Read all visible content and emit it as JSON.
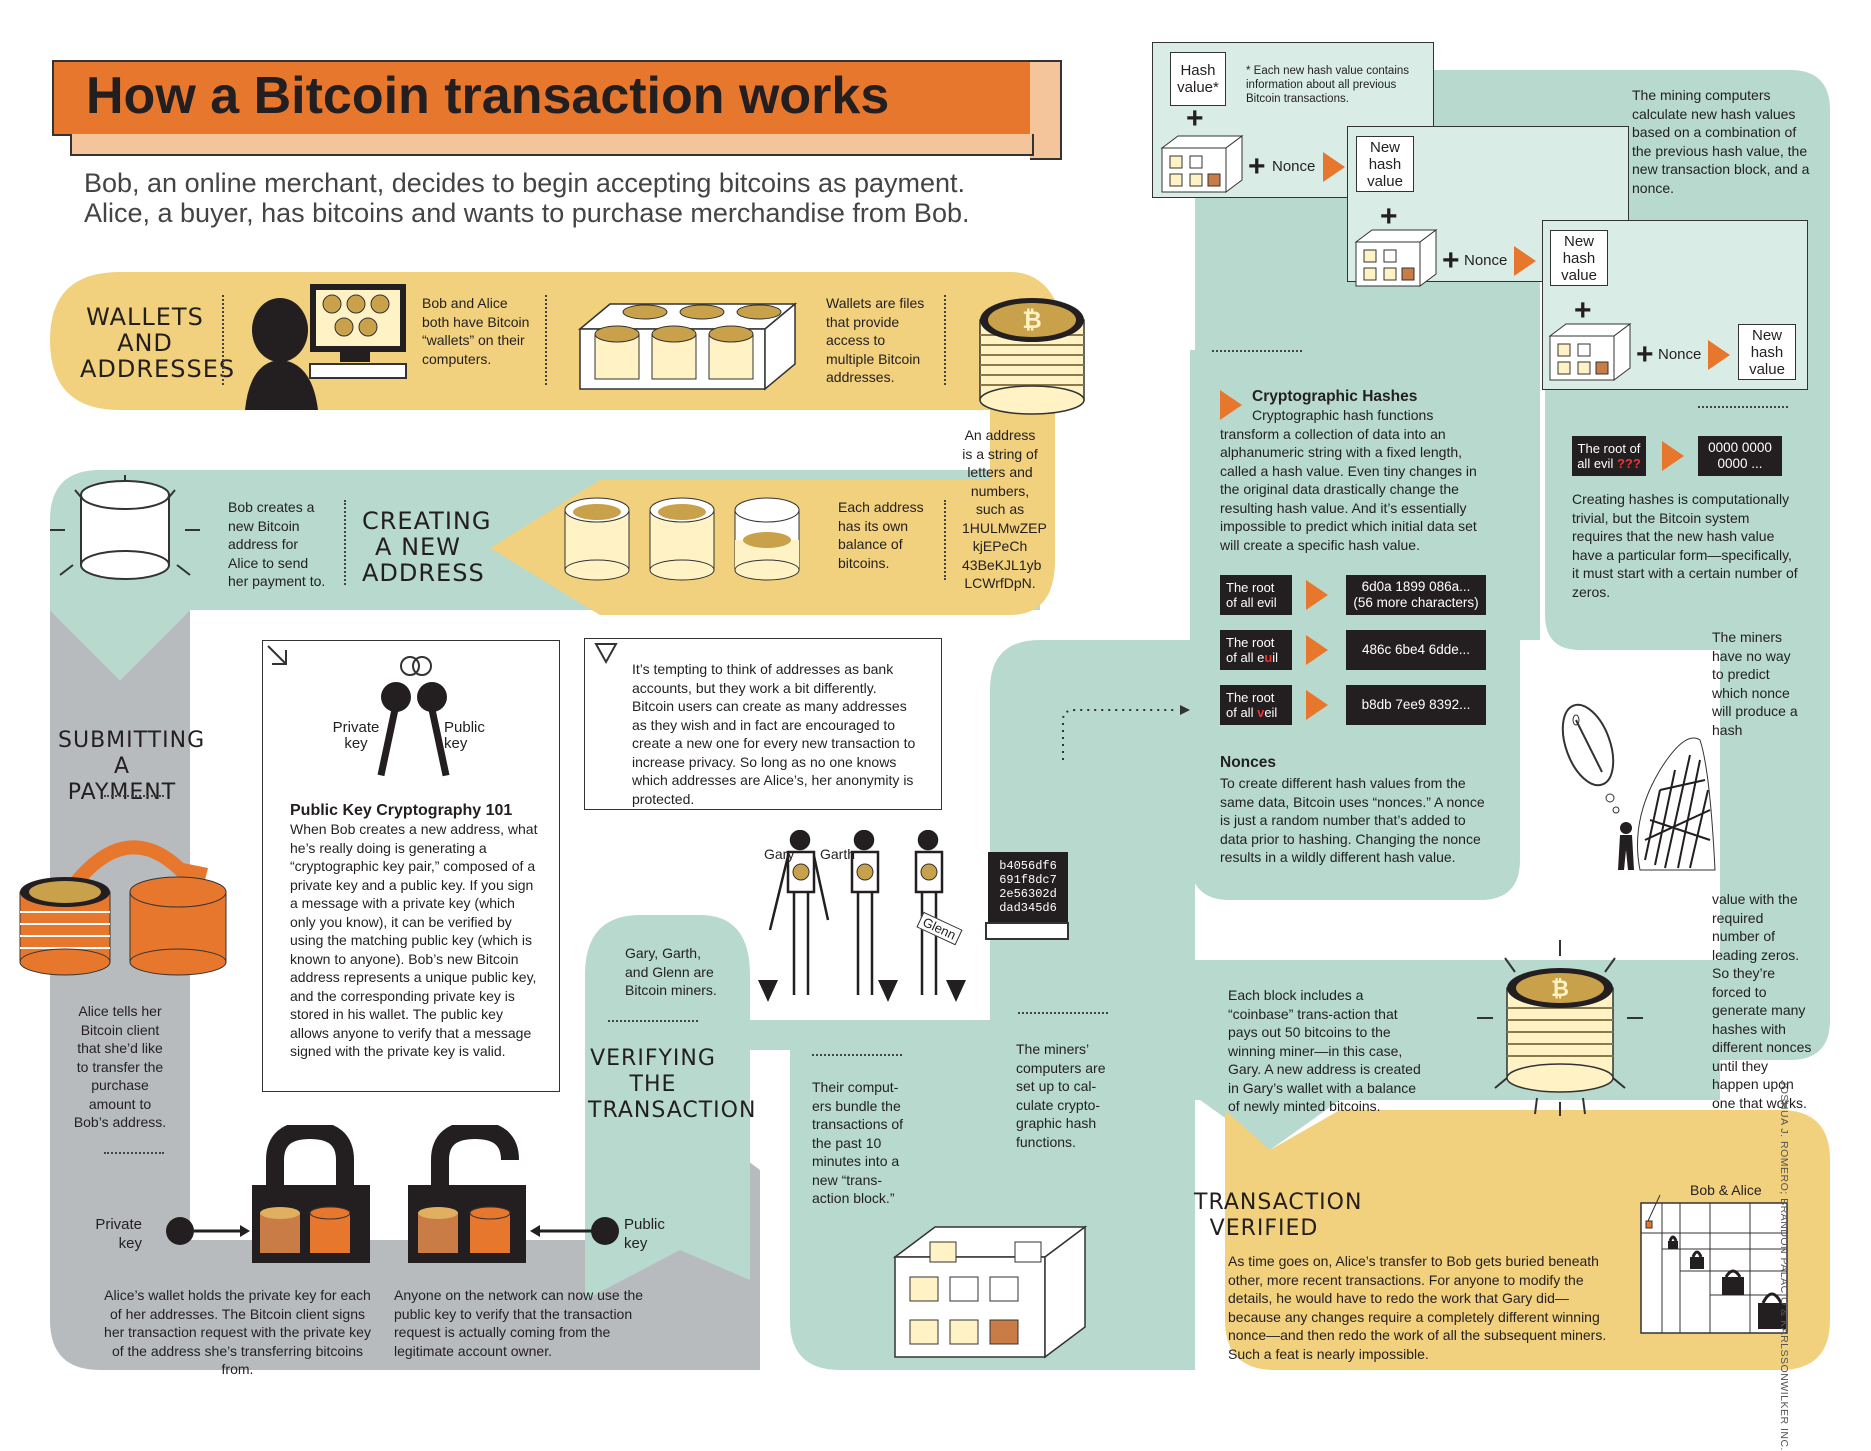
{
  "title": "How a Bitcoin transaction works",
  "intro": "Bob, an online merchant, decides to begin accepting bitcoins as payment.\nAlice, a buyer, has bitcoins and wants to purchase merchandise from Bob.",
  "colors": {
    "orange": "#e8772e",
    "yellow": "#f1d07e",
    "teal": "#b7d9ce",
    "gray": "#b8bbbe",
    "dark": "#231f20"
  },
  "wallets": {
    "heading": "Wallets\nand\naddresses",
    "text1": "Bob and Alice both have Bitcoin “wallets” on their computers.",
    "text2": "Wallets are files that provide access to multiple Bitcoin addresses.",
    "text3": "An address is a string of letters and numbers, such as 1HULMwZEP kjEPeCh 43BeKJL1yb LCWrfDpN."
  },
  "creating": {
    "heading": "Creating\na new\naddress",
    "text1": "Bob creates a new Bitcoin address for Alice to send her payment to.",
    "text2": "Each address has its own balance of bitcoins."
  },
  "submitting": {
    "heading": "Submitting\na payment",
    "text1": "Alice tells her Bitcoin client that she’d like to transfer the purchase amount to Bob’s address.",
    "private_key": "Private\nkey",
    "public_key": "Public\nkey",
    "text2": "Alice’s wallet holds the private key for each of her addresses. The Bitcoin client signs her transaction request with the private key of the address she’s transferring bitcoins from.",
    "text3": "Anyone on the network can now use the public key to verify that the transaction request is actually coming from the legitimate account owner."
  },
  "pkc": {
    "private_label": "Private\nkey",
    "public_label": "Public\nkey",
    "title": "Public Key Cryptography 101",
    "text": "When Bob creates a new address, what he’s really doing is generating a “cryptographic key pair,” composed of a private key and a public key. If you sign a message with a private key (which only you know), it can be verified by using the matching public key (which is known to anyone). Bob’s new Bitcoin address represents a unique public key, and the corresponding private key is stored in his wallet. The public key allows anyone to verify that a message signed with the private key is valid."
  },
  "anon_note": "It’s tempting to think of addresses as bank accounts, but they work a bit differently. Bitcoin users can create as many addresses as they wish and in fact are encouraged to create a new one for every new transaction to increase privacy. So long as no one knows which addresses are Alice’s, her anonymity is protected.",
  "verifying": {
    "heading": "Verifying\nthe\ntransaction",
    "miners_text": "Gary, Garth, and Glenn are Bitcoin miners.",
    "gary": "Gary",
    "garth": "Garth",
    "glenn": "Glenn",
    "screen": "b4056df6\n691f8dc7\n2e56302d\ndad345d6",
    "text1": "Their comput-ers bundle the transactions of the past 10 minutes into a new “trans-action block.”",
    "text2": "The miners’ computers are set up to cal-culate crypto-graphic hash functions."
  },
  "mining": {
    "hash_value": "Hash\nvalue*",
    "footnote": "* Each new hash value contains information about all previous Bitcoin transactions.",
    "nonce": "Nonce",
    "new_hash": "New\nhash\nvalue",
    "desc": "The mining computers calculate new hash values based on a combination of the previous hash value, the new transaction block, and a nonce."
  },
  "crypto": {
    "title": "Cryptographic Hashes",
    "text": "Cryptographic hash functions transform a collection of data into an alphanumeric string with a fixed length, called a hash value. Even tiny changes in the original data drastically change the resulting hash value. And it’s essentially impossible to predict which initial data set will create a specific hash value.",
    "rows": [
      {
        "in_pre": "The root\nof all ",
        "in_hl": "",
        "in_post": "evil",
        "out": "6d0a 1899 086a...\n(56 more characters)"
      },
      {
        "in_pre": "The root\nof all e",
        "in_hl": "u",
        "in_post": "il",
        "out": "486c 6be4 6dde..."
      },
      {
        "in_pre": "The root\nof all ",
        "in_hl": "v",
        "in_post": "eil",
        "out": "b8db 7ee9 8392..."
      }
    ],
    "nonces_title": "Nonces",
    "nonces_text": "To create different hash values from the same data, Bitcoin uses “nonces.” A nonce is just a random number that’s added to data prior to hashing. Changing the nonce results in a wildly different hash value."
  },
  "zeros": {
    "in_pre": "The root of\nall evil ",
    "in_hl": "???",
    "out": "0000 0000\n0000 ...",
    "text": "Creating hashes is computationally trivial, but the Bitcoin system requires that the new hash value have a particular form—specifically, it must start with a certain number of zeros.",
    "text2": "The miners have no way to predict which nonce will produce a hash",
    "text3": "value with the required number of leading zeros. So they’re forced to generate many hashes with different nonces until they happen upon one that works."
  },
  "coinbase": "Each block includes a “coinbase” trans-action that pays out 50 bitcoins to the winning miner—in this case, Gary. A new address is created in Gary’s wallet with a balance of newly minted bitcoins.",
  "verified": {
    "heading": "Transaction\nverified",
    "text": "As time goes on, Alice’s transfer to Bob gets buried beneath other, more recent transactions. For anyone to modify the details, he would have to redo the work that Gary did—because any changes require a completely different winning nonce—and then redo the work of all the subsequent miners. Such a feat is nearly impossible.",
    "label": "Bob & Alice"
  },
  "credit": "JOSHUA J. ROMERO; BRANDON PALACIO & KARLSSONWILKER INC."
}
